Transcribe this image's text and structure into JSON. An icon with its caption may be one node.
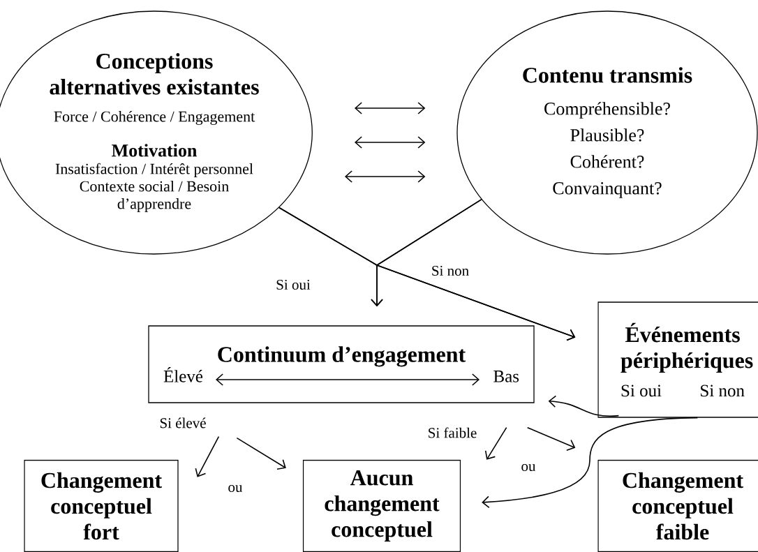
{
  "diagram": {
    "nodes": [
      {
        "text": [
          "Conceptions alternatives existantes",
          "Force / Cohérence / Engagement",
          "Motivation",
          "Insatisfaction / Intérêt personnel Contexte social / Besoin d’apprendre"
        ]
      },
      {
        "text": [
          "Contenu transmis",
          "Compréhensible?",
          "Plausible?",
          "Cohérent?",
          "Convainquant?"
        ]
      },
      {
        "text": [
          "Continuum d’engagement",
          "Élevé",
          "Bas"
        ]
      },
      {
        "text": [
          "Événements périphériques",
          "Si oui",
          "Si non"
        ]
      },
      {
        "text": [
          "Changement conceptuel fort"
        ]
      },
      {
        "text": [
          "Aucun changement conceptuel"
        ]
      },
      {
        "text": [
          "Changement conceptuel faible"
        ]
      }
    ],
    "edges": [
      {
        "from": 0,
        "to": 2,
        "arrow": "to",
        "label": "Si oui"
      },
      {
        "from": 1,
        "to": 2,
        "arrow": "to"
      },
      {
        "from": 0,
        "to": 3,
        "arrow": "to",
        "label": "Si non"
      },
      {
        "from": 1,
        "to": 3,
        "arrow": "to"
      },
      {
        "from": 0,
        "to": 1,
        "arrow": "both"
      },
      {
        "from": 0,
        "to": 1,
        "arrow": "both"
      },
      {
        "from": 0,
        "to": 1,
        "arrow": "both"
      },
      {
        "from": 3,
        "to": 2,
        "arrow": "to"
      },
      {
        "from": 3,
        "to": 5,
        "arrow": "to"
      },
      {
        "from": 2,
        "to": 4,
        "arrow": "to",
        "label": "Si élevé"
      },
      {
        "from": 2,
        "to": 5,
        "arrow": "to"
      },
      {
        "from": 2,
        "to": 5,
        "arrow": "to",
        "label": "Si faible"
      },
      {
        "from": 2,
        "to": 6,
        "arrow": "to"
      }
    ],
    "labels": [
      "ou",
      "ou"
    ]
  }
}
